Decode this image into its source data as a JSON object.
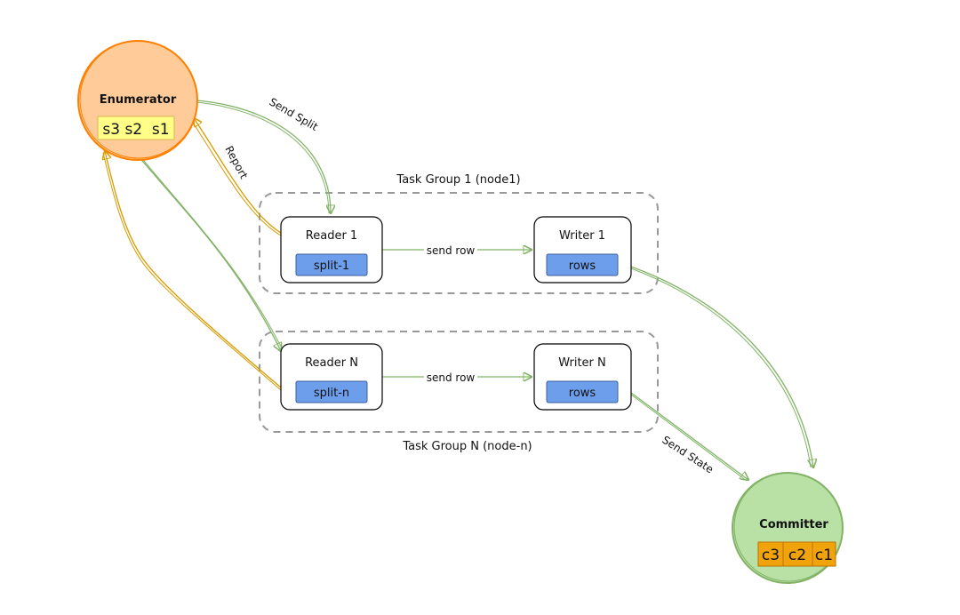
{
  "diagram": {
    "enumerator": {
      "title": "Enumerator",
      "splits": [
        "s3 s2  s1"
      ],
      "fill": "#ffcc99",
      "stroke": "#ff8000",
      "chip_fill": "#ffff88"
    },
    "committer": {
      "title": "Committer",
      "commits": [
        "c3",
        "c2",
        "c1"
      ],
      "fill": "#b9e0a5",
      "stroke": "#82b366",
      "chip_fill": "#f0a30a"
    },
    "task_groups": [
      {
        "label": "Task Group 1 (node1)",
        "reader": {
          "title": "Reader 1",
          "chip": "split-1"
        },
        "writer": {
          "title": "Writer 1",
          "chip": "rows"
        },
        "edge_label": "send row"
      },
      {
        "label": "Task Group N (node-n)",
        "reader": {
          "title": "Reader N",
          "chip": "split-n"
        },
        "writer": {
          "title": "Writer N",
          "chip": "rows"
        },
        "edge_label": "send row"
      }
    ],
    "edges": {
      "send_split": "Send Split",
      "report": "Report",
      "send_state": "Send State"
    },
    "colors": {
      "chip_blue": "#6d9eeb",
      "green_edge": "#82b366",
      "orange_edge": "#d79b00",
      "dash": "#999999"
    }
  }
}
